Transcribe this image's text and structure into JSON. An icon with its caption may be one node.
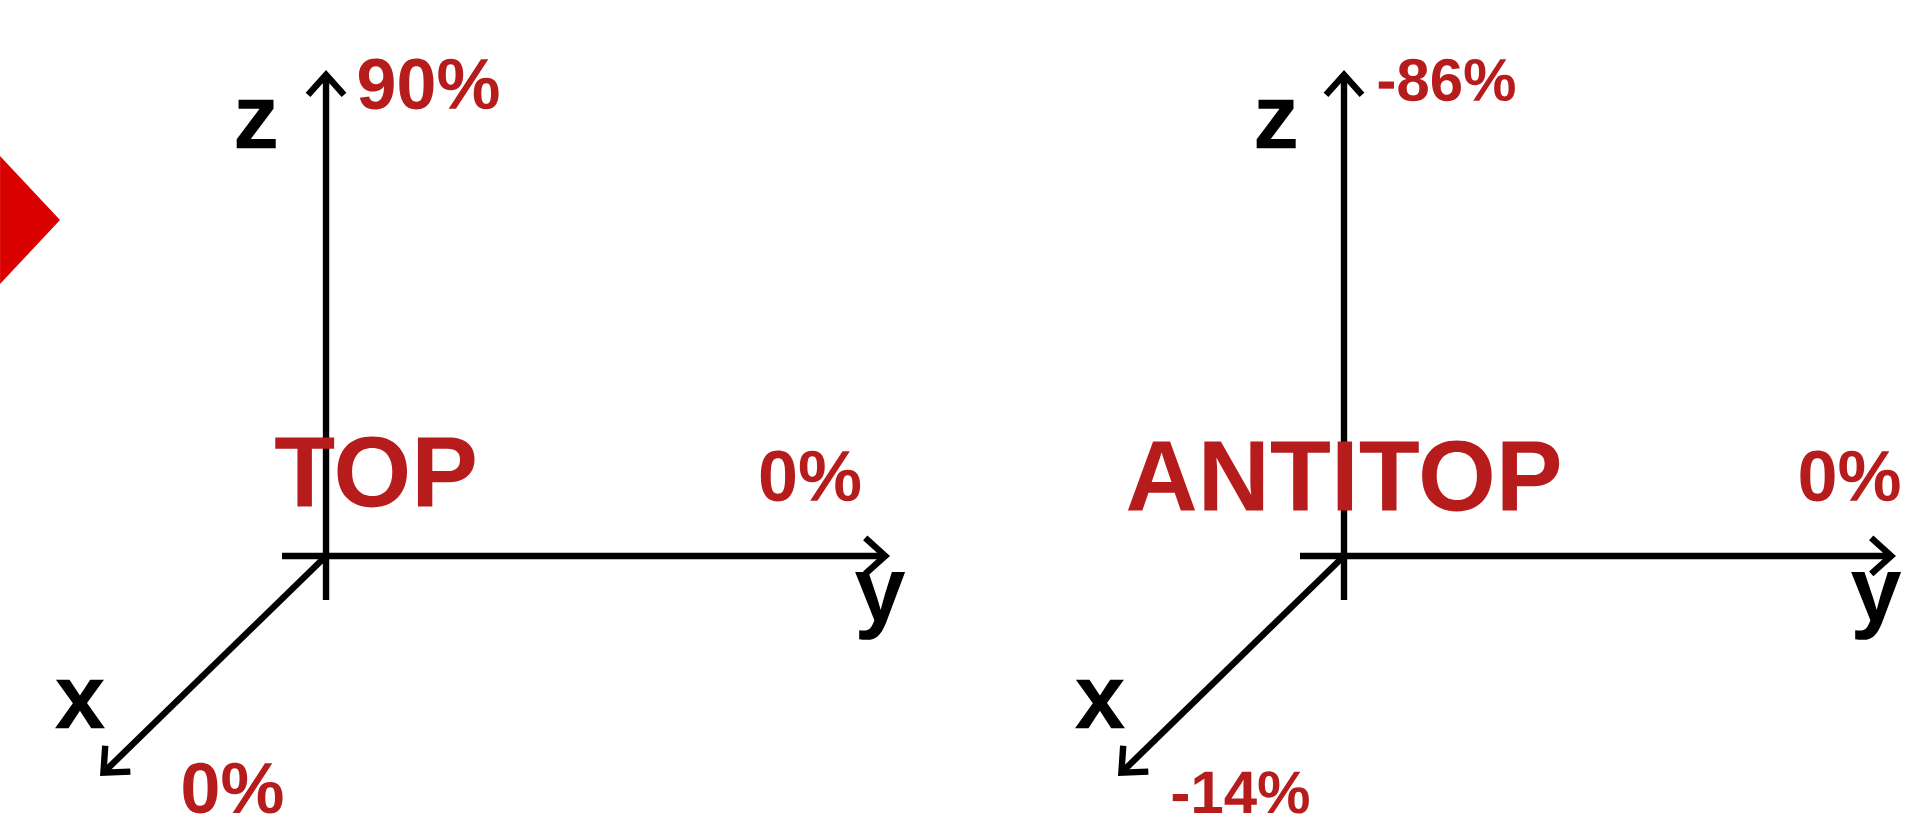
{
  "diagram": {
    "labels": [
      "z",
      "90%",
      "-86%",
      "z",
      "TOP",
      "0%",
      "ANTITOP",
      "0%",
      "y",
      "y",
      "x",
      "x",
      "0%",
      "-14%"
    ]
  }
}
